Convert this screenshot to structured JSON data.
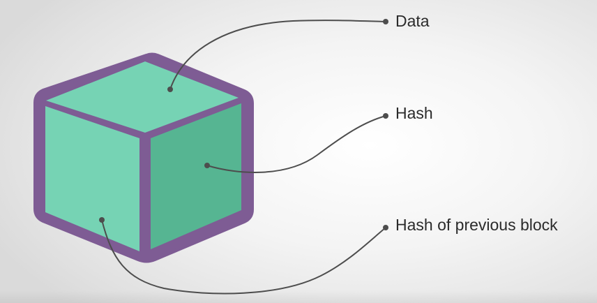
{
  "diagram": {
    "labels": {
      "data": "Data",
      "hash": "Hash",
      "prev_hash": "Hash of previous block"
    },
    "colors": {
      "outline": "#7e5c94",
      "top_face": "#76d3b4",
      "left_face": "#76d3b4",
      "right_face": "#56b592",
      "leader_line": "#4d4d4d"
    }
  }
}
